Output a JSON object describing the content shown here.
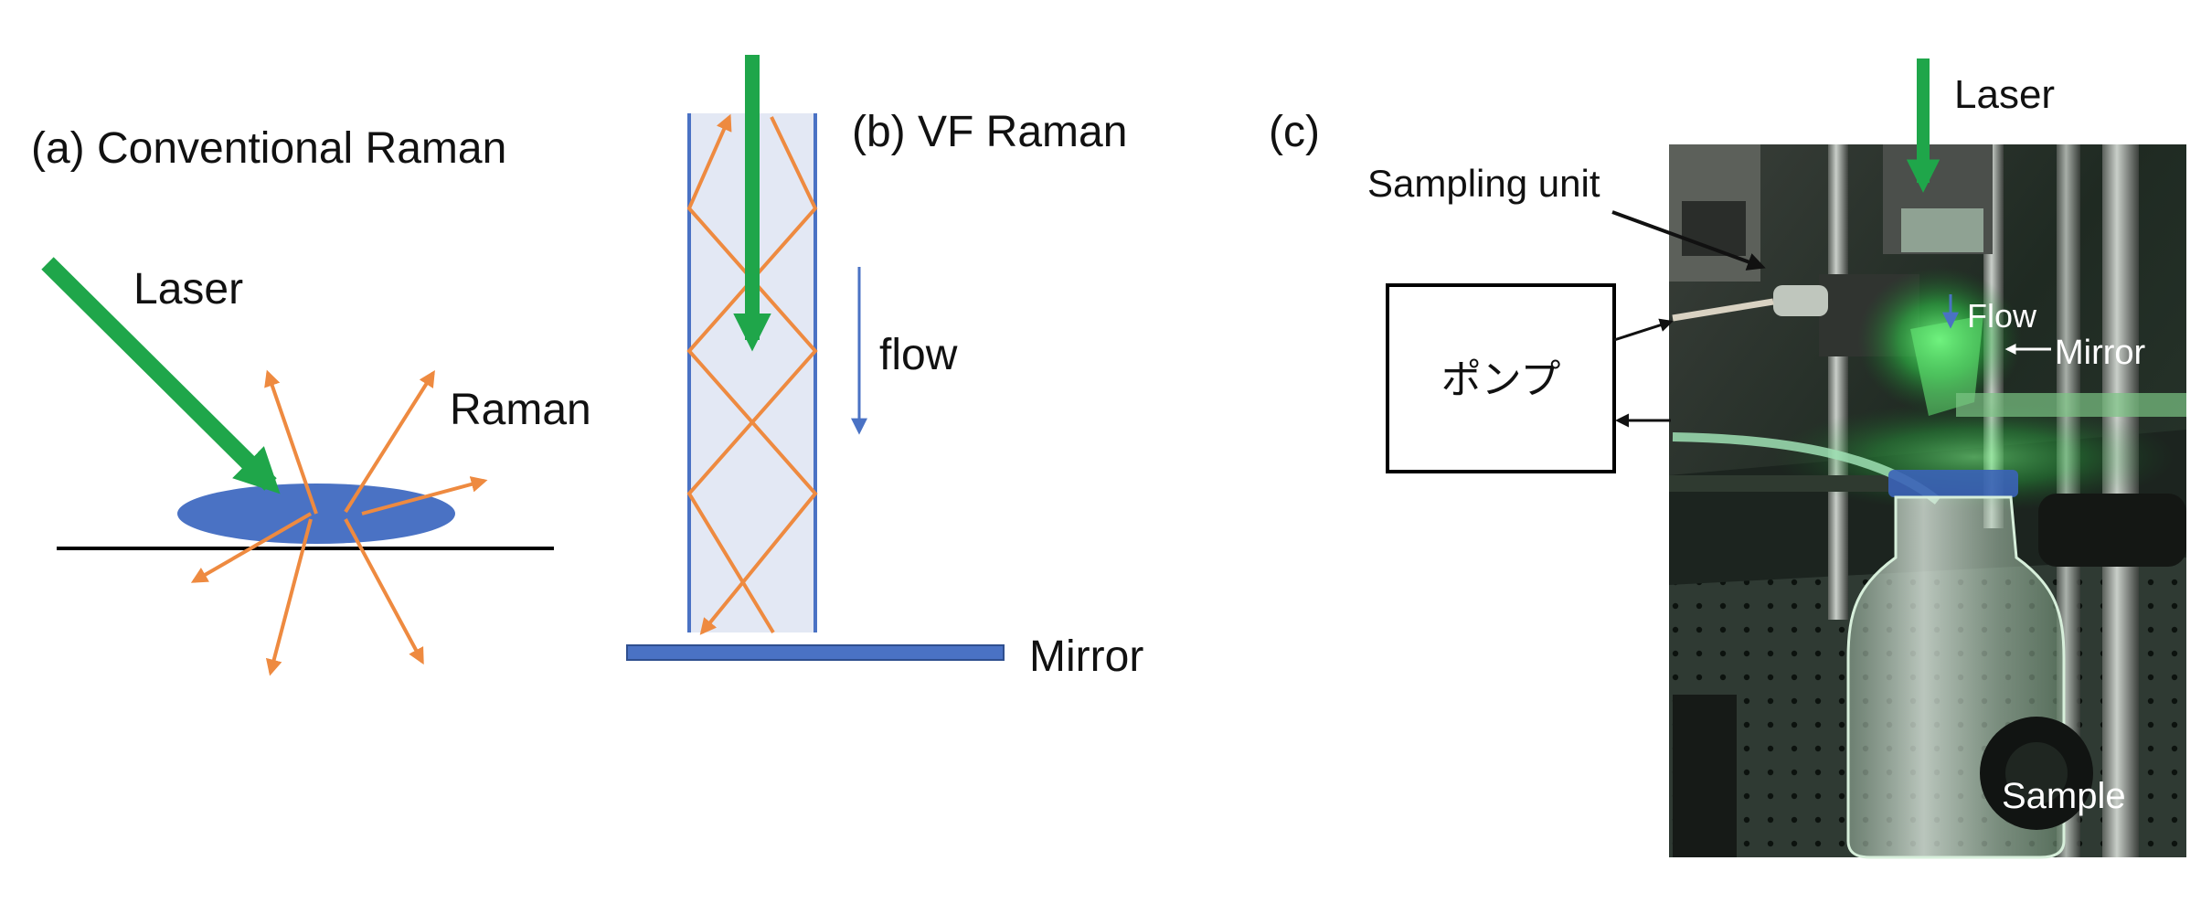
{
  "panel_a": {
    "title": "(a) Conventional Raman",
    "laser_label": "Laser",
    "raman_label": "Raman"
  },
  "panel_b": {
    "title": "(b) VF Raman",
    "flow_label": "flow",
    "mirror_label": "Mirror"
  },
  "panel_c": {
    "title": "(c)",
    "laser_label": "Laser",
    "sampling_unit_label": "Sampling unit",
    "pump_label": "ポンプ",
    "flow_label": "Flow",
    "mirror_label": "Mirror",
    "sample_label": "Sample"
  },
  "colors": {
    "laser": "#1fa64a",
    "raman": "#ee8a40",
    "sample_blue": "#4a72c4",
    "tube_fill": "#e3e8f4",
    "tube_wall": "#4a72c4",
    "flow_arrow": "#4a72c4"
  }
}
